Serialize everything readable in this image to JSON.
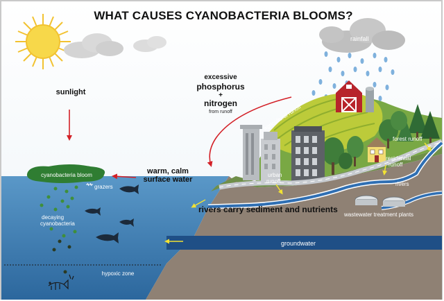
{
  "title": "WHAT CAUSES CYANOBACTERIA BLOOMS?",
  "labels": {
    "sunlight": "sunlight",
    "rainfall": "rainfall",
    "excessive": "excessive",
    "phosphorus": "phosphorus",
    "plus": "+",
    "nitrogen": "nitrogen",
    "from_runoff": "from runoff",
    "agricultural_runoff": "agricultural runoff",
    "forest_runoff": "forest runoff",
    "residential_runoff_1": "residential",
    "residential_runoff_2": "runoff",
    "urban_runoff_1": "urban",
    "urban_runoff_2": "runoff",
    "rivers": "rivers",
    "warm_calm_1": "warm, calm",
    "warm_calm_2": "surface water",
    "cyanobacteria_bloom": "cyanobacteria bloom",
    "grazers": "grazers",
    "decaying_1": "decaying",
    "decaying_2": "cyanobacteria",
    "rivers_carry": "rivers carry sediment and nutrients",
    "wastewater": "wastewater treatment plants",
    "groundwater": "groundwater",
    "hypoxic_zone": "hypoxic zone"
  },
  "colors": {
    "water": "#4d8ec2",
    "water_deep": "#2f6fa6",
    "land": "#8f8174",
    "grass": "#6a9a3b",
    "field": "#b7c93b",
    "bloom": "#2f7d32",
    "arrow_red": "#d32027",
    "arrow_yellow": "#f2e233",
    "groundwater": "#1f4f86",
    "sun": "#f7d84a"
  }
}
